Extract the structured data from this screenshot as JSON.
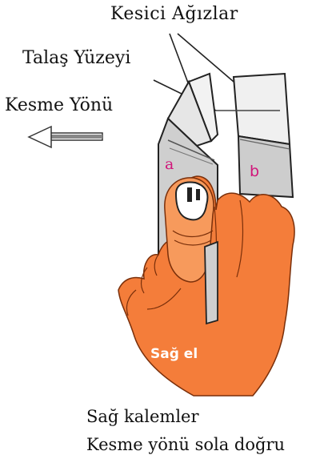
{
  "labels": {
    "title": "Kesici Ağızlar",
    "rake_face": "Talaş Yüzeyi",
    "cutting_direction": "Kesme Yönü",
    "tool_a": "a",
    "tool_b": "b",
    "hand": "Sağ el",
    "caption_line1": "Sağ kalemler",
    "caption_line2": "Kesme yönü sola doğru"
  },
  "colors": {
    "hand_fill": "#f47d3a",
    "tool_face": "#c8c8c8",
    "tool_edge": "#222222",
    "tag_text": "#d1157a"
  }
}
